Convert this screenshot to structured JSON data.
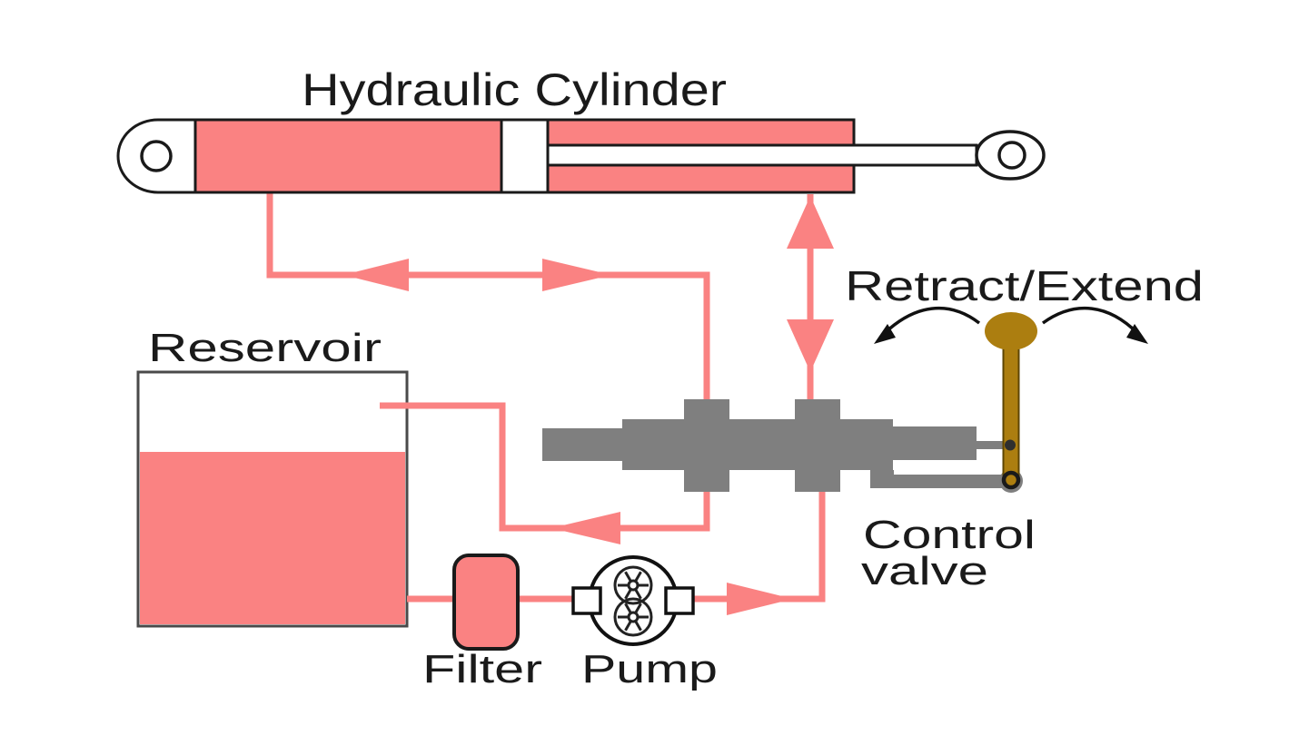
{
  "diagram": {
    "labels": {
      "hydraulic_cylinder": "Hydraulic Cylinder",
      "reservoir": "Reservoir",
      "filter": "Filter",
      "pump": "Pump",
      "retract_extend": "Retract/Extend",
      "control_valve_line1": "Control",
      "control_valve_line2": "valve"
    },
    "colors": {
      "hydraulic_fluid_pink": "#FA8282",
      "valve_body_gray": "#7F7F7F",
      "lever_gold": "#AC7E10",
      "component_outline": "#1A1A1A",
      "tank_outline": "#4A4A4A",
      "label_text": "#1A1A1A",
      "background": "#FFFFFF"
    }
  }
}
